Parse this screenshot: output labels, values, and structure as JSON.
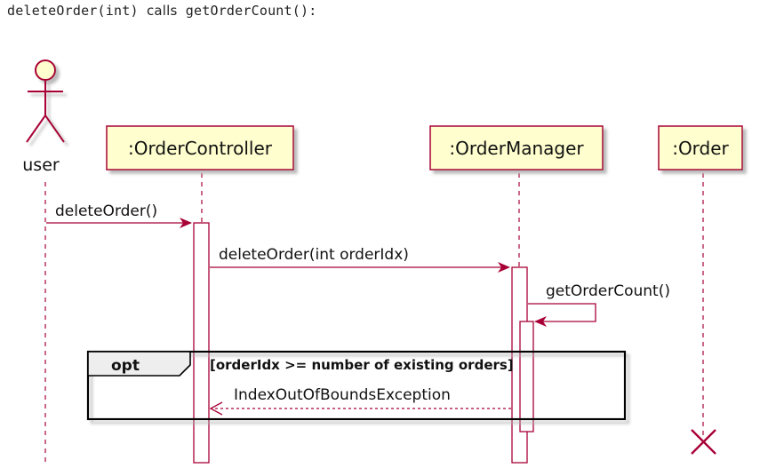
{
  "caption": {
    "method": "deleteOrder(int)",
    "verb": "calls",
    "callee": "getOrderCount():"
  },
  "diagram": {
    "colors": {
      "line": "#a80036",
      "box_fill": "#fefece",
      "box_border": "#a80036",
      "shadow": "#c8c8c8",
      "text": "#111111"
    },
    "actor": {
      "label": "user"
    },
    "participants": [
      {
        "id": "controller",
        "label": ":OrderController"
      },
      {
        "id": "manager",
        "label": ":OrderManager"
      },
      {
        "id": "order",
        "label": ":Order"
      }
    ],
    "messages": [
      {
        "from": "user",
        "to": "controller",
        "label": "deleteOrder()",
        "style": "solid"
      },
      {
        "from": "controller",
        "to": "manager",
        "label": "deleteOrder(int orderIdx)",
        "style": "solid"
      },
      {
        "from": "manager",
        "to": "manager",
        "label": "getOrderCount()",
        "style": "self"
      },
      {
        "from": "manager",
        "to": "controller",
        "label": "IndexOutOfBoundsException",
        "style": "dashed"
      }
    ],
    "fragment": {
      "operator": "opt",
      "guard": "[orderIdx >= number of existing orders]"
    },
    "destroy": {
      "participant": "order",
      "icon": "destroy-cross-icon"
    }
  }
}
